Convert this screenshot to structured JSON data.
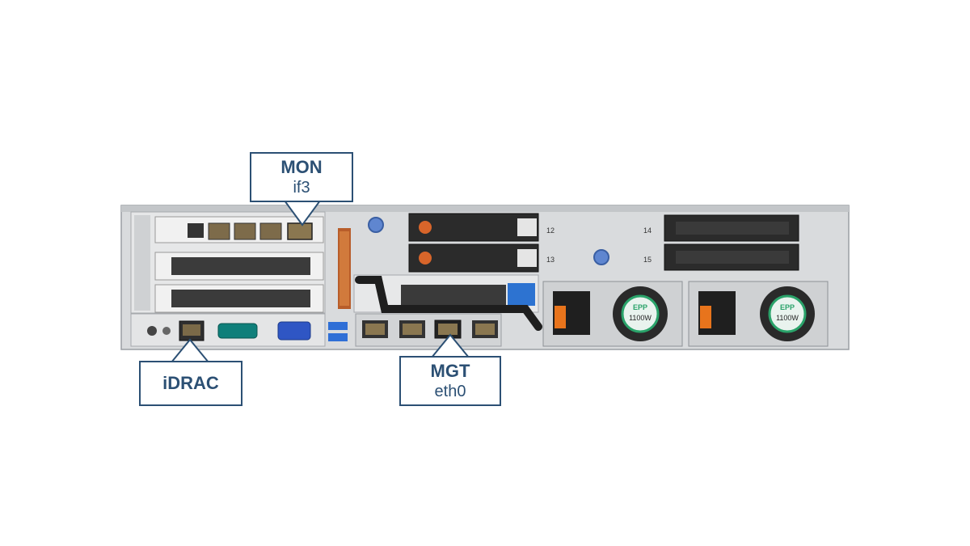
{
  "callouts": {
    "mon": {
      "title": "MON",
      "subtitle": "if3"
    },
    "idrac": {
      "title": "iDRAC"
    },
    "mgt": {
      "title": "MGT",
      "subtitle": "eth0"
    }
  },
  "drive_bays": [
    {
      "label": "12"
    },
    {
      "label": "13"
    },
    {
      "label": "14"
    },
    {
      "label": "15"
    }
  ],
  "psus": [
    {
      "badge": "EPP",
      "watts": "1100W"
    },
    {
      "badge": "EPP",
      "watts": "1100W"
    }
  ],
  "colors": {
    "callout_border": "#2c5074",
    "callout_text": "#2c5074",
    "chassis": "#d7d9db",
    "chassis_dark": "#3a3a3a",
    "usb_blue": "#2f6fd6",
    "latch_orange": "#e8741c",
    "fan_green": "#2aa36a"
  }
}
